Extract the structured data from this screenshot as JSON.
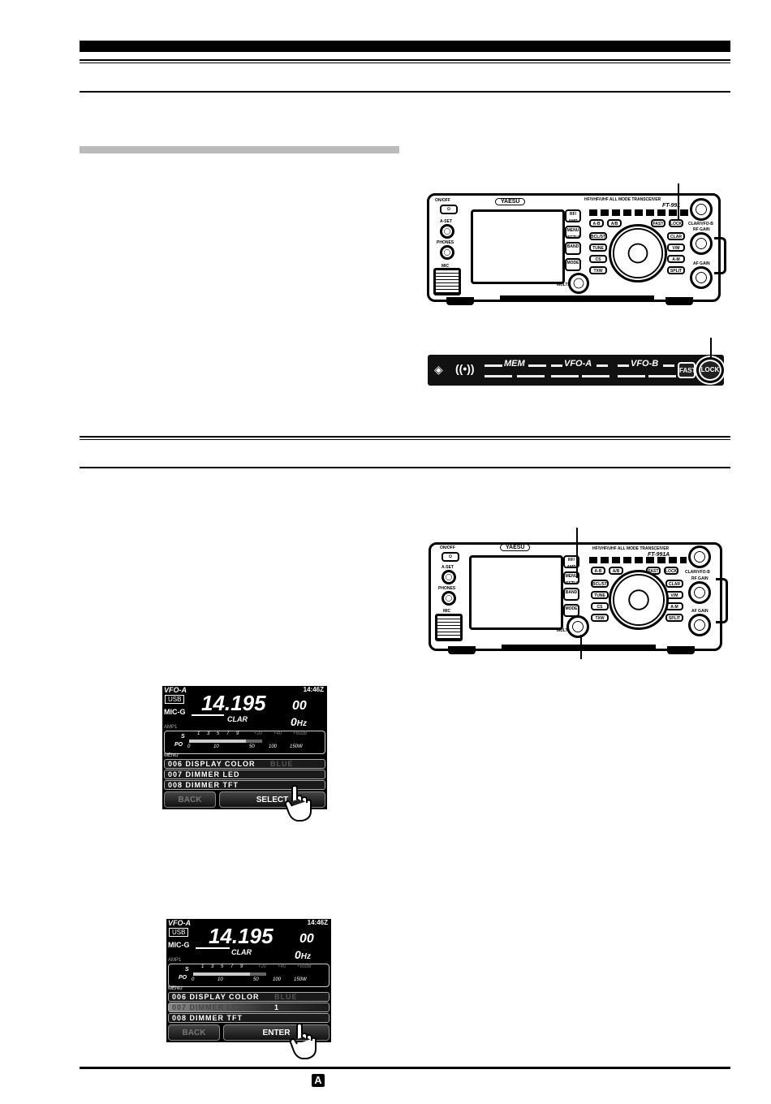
{
  "radio_top": {
    "brand": "YAESU",
    "model": "FT-991",
    "header_text": "HF/VHF/UHF ALL MODE TRANSCEIVER",
    "left_labels": [
      "ON/OFF",
      "A-SET",
      "PHONES",
      "MIC"
    ],
    "screen_side_buttons": [
      "RF/ AMP",
      "MENU /SETUP",
      "BAND",
      "MODE"
    ],
    "left_buttons": [
      "A-B",
      "A/B",
      "BCL/STO",
      "TUNE",
      "CS",
      "TXW"
    ],
    "right_buttons": [
      "CLAR",
      "V/M",
      "A-M",
      "SPLIT"
    ],
    "top_buttons": [
      "FAST",
      "LOCK"
    ],
    "knob_labels": [
      "CLAR/VFO-B",
      "RF GAIN",
      "AF GAIN"
    ],
    "bottom_label": "MULTI"
  },
  "lock_strip": {
    "mem": "MEM",
    "vfo_a": "VFO-A",
    "vfo_b": "VFO-B",
    "fast": "FAST",
    "lock": "LOCK"
  },
  "radio_bottom": {
    "brand": "YAESU",
    "model": "FT-991A",
    "header_text": "HF/VHF/UHF ALL MODE TRANSCEIVER",
    "left_labels": [
      "ON/OFF",
      "A-SET",
      "PHONES",
      "MIC"
    ],
    "screen_side_buttons": [
      "RF/ AMP",
      "MENU /SETUP",
      "BAND",
      "MODE"
    ],
    "left_buttons": [
      "A-B",
      "A/B",
      "BCL/STO",
      "TUNE",
      "CS",
      "TXW"
    ],
    "right_buttons": [
      "CLAR",
      "V/M",
      "A-M",
      "SPLIT"
    ],
    "top_buttons": [
      "FAST",
      "LOCK"
    ],
    "knob_labels": [
      "CLAR/VFO-B",
      "RF GAIN",
      "AF GAIN"
    ],
    "bottom_label": "MULTI"
  },
  "lcd1": {
    "vfo": "VFO-A",
    "clock": "14:46Z",
    "mode": "USB",
    "freq_main": "14.195",
    "freq_small": "00",
    "mic": "MIC-G",
    "clar": "CLAR",
    "hz_value": "0",
    "hz_unit": "Hz",
    "amp": "AMP1",
    "s_label": "S",
    "po_label": "PO",
    "s_scale": [
      "1",
      "3",
      "5",
      "7",
      "9",
      "+20",
      "+40",
      "+60dB"
    ],
    "po_scale": [
      "0",
      "10",
      "50",
      "100",
      "150W"
    ],
    "menu_label": "MENU",
    "menu_rows": [
      "006 DISPLAY COLOR",
      "007 DIMMER LED",
      "008 DIMMER TFT"
    ],
    "row1_value": "BLUE",
    "row2_value": "",
    "left_key": "BACK",
    "right_key": "SELECT"
  },
  "lcd2": {
    "vfo": "VFO-A",
    "clock": "14:46Z",
    "mode": "USB",
    "freq_main": "14.195",
    "freq_small": "00",
    "mic": "MIC-G",
    "clar": "CLAR",
    "hz_value": "0",
    "hz_unit": "Hz",
    "amp": "AMP1",
    "s_label": "S",
    "po_label": "PO",
    "s_scale": [
      "1",
      "3",
      "5",
      "7",
      "9",
      "+20",
      "+40",
      "+60dB"
    ],
    "po_scale": [
      "0",
      "10",
      "50",
      "100",
      "150W"
    ],
    "menu_label": "MENU",
    "menu_rows": [
      "006 DISPLAY COLOR",
      "007 DIMMER LED",
      "008 DIMMER TFT"
    ],
    "row1_value": "BLUE",
    "row2_value": "1",
    "left_key": "BACK",
    "right_key": "ENTER"
  },
  "footer": {
    "badge": "A"
  }
}
